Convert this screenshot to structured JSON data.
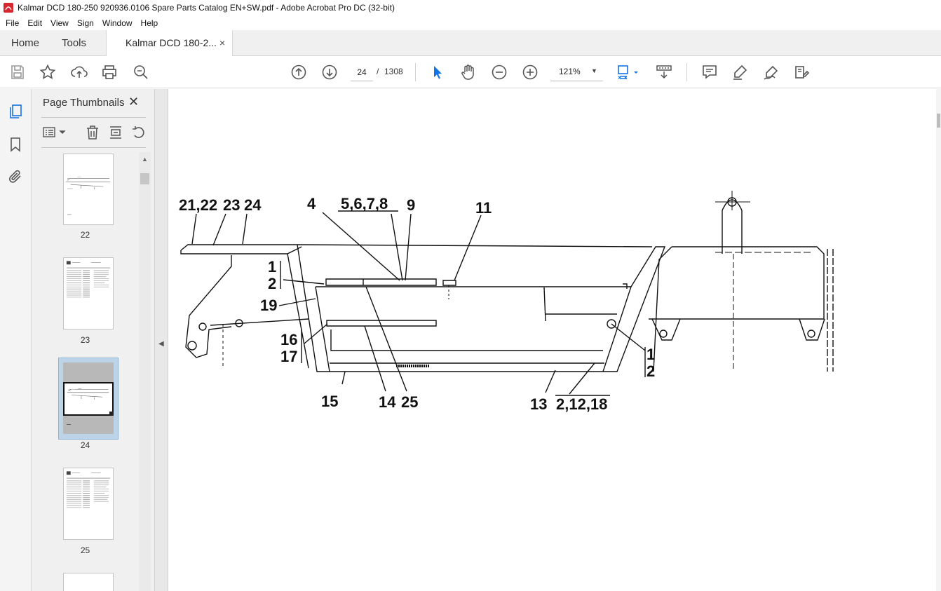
{
  "window": {
    "title": "Kalmar DCD 180-250 920936.0106 Spare Parts Catalog EN+SW.pdf - Adobe Acrobat Pro DC (32-bit)"
  },
  "menu": [
    "File",
    "Edit",
    "View",
    "Sign",
    "Window",
    "Help"
  ],
  "tabs": {
    "home": "Home",
    "tools": "Tools",
    "document": "Kalmar DCD 180-2...",
    "close_glyph": "×"
  },
  "toolbar": {
    "icons": [
      "save-icon",
      "bookmark-star-icon",
      "upload-icon",
      "print-icon",
      "zoom-search-icon",
      "page-up-icon",
      "page-down-icon",
      "select-cursor-icon",
      "hand-icon",
      "zoom-out-icon",
      "zoom-in-icon",
      "fit-page-icon",
      "scroll-mode-icon",
      "comment-icon",
      "highlight-icon",
      "sign-icon",
      "edit-pdf-icon"
    ],
    "current_page": "24",
    "page_separator": "/",
    "total_pages": "1308",
    "zoom": "121%",
    "accent": "#1473e6"
  },
  "left_rail": [
    "page-thumbnails-icon",
    "bookmarks-icon",
    "attachments-icon"
  ],
  "thumbnails_panel": {
    "title": "Page Thumbnails",
    "close_glyph": "✕",
    "tools": [
      "options-icon",
      "delete-icon",
      "extract-icon",
      "rotate-icon"
    ],
    "pages": [
      {
        "label": "22",
        "kind": "drawing"
      },
      {
        "label": "23",
        "kind": "table"
      },
      {
        "label": "24",
        "kind": "drawing",
        "selected": true
      },
      {
        "label": "25",
        "kind": "table"
      }
    ]
  },
  "document": {
    "callouts": [
      "21,22",
      "23",
      "24",
      "4",
      "5,6,7,8",
      "9",
      "11",
      "1",
      "2",
      "19",
      "16",
      "17",
      "15",
      "14",
      "25",
      "13",
      "2,12,18",
      "1",
      "2"
    ]
  }
}
